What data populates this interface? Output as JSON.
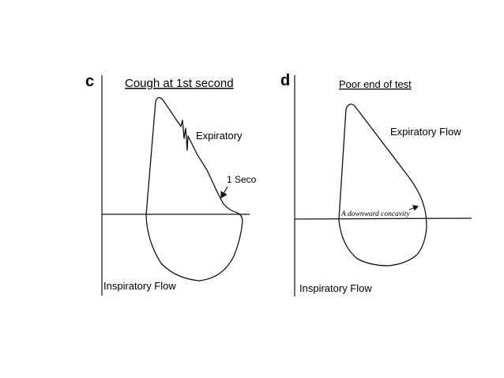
{
  "panel_c": {
    "letter": "c",
    "title": "Cough at 1st second",
    "expiratory_label": "Expiratory",
    "time_label": "1 Seco",
    "inspiratory_label": "Inspiratory Flow"
  },
  "panel_d": {
    "letter": "d",
    "title": "Poor end of test",
    "expiratory_label": "Expiratory Flow",
    "concavity_label": "A downward concavity",
    "inspiratory_label": "Inspiratory Flow"
  }
}
